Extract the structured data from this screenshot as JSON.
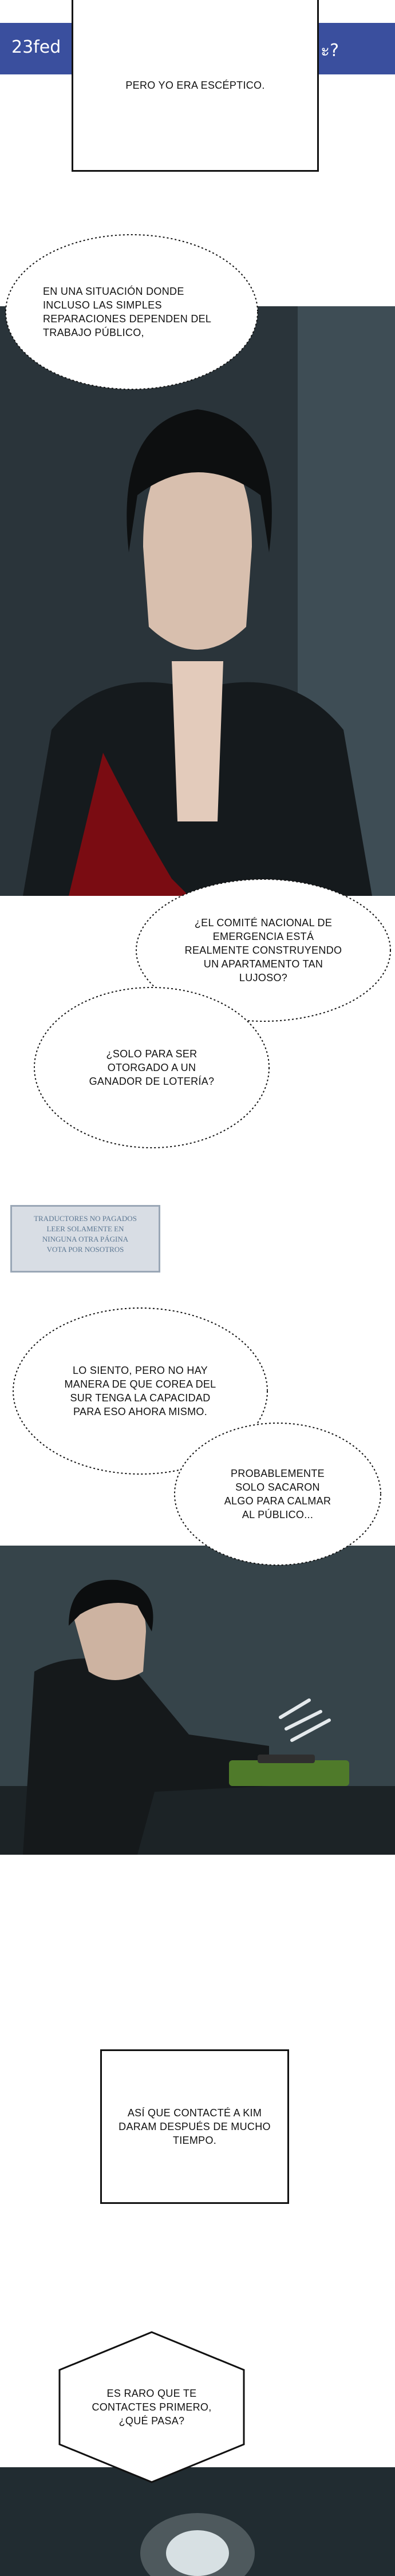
{
  "top_chat": {
    "left": "23fed",
    "right": "ะ?"
  },
  "captions": {
    "c1": "Pero yo era escéptico.",
    "c2": "En una situación donde incluso las simples reparaciones dependen del trabajo público,",
    "c3": "¿El Comité Nacional de Emergencia está realmente construyendo un apartamento tan lujoso?",
    "c4": "¿Solo para ser otorgado a un ganador de lotería?",
    "c5": "Lo siento, pero no hay manera de que Corea del Sur tenga la capacidad para eso ahora mismo.",
    "c6": "Probablemente solo sacaron algo para calmar al público...",
    "c7": "Así que contacté a Kim Daram después de mucho tiempo.",
    "c8": "Es raro que te contactes primero, ¿qué pasa?"
  },
  "watermark": {
    "line1": "Traductores no pagados",
    "line2": "Leer solamente en",
    "line3": "Ninguna otra página",
    "line4": "Vota por nosotros"
  },
  "colors": {
    "bg": "#ffffff",
    "ink": "#111111",
    "chat_bg": "#3a4f9e",
    "panel_dark": "#1f2a30"
  }
}
